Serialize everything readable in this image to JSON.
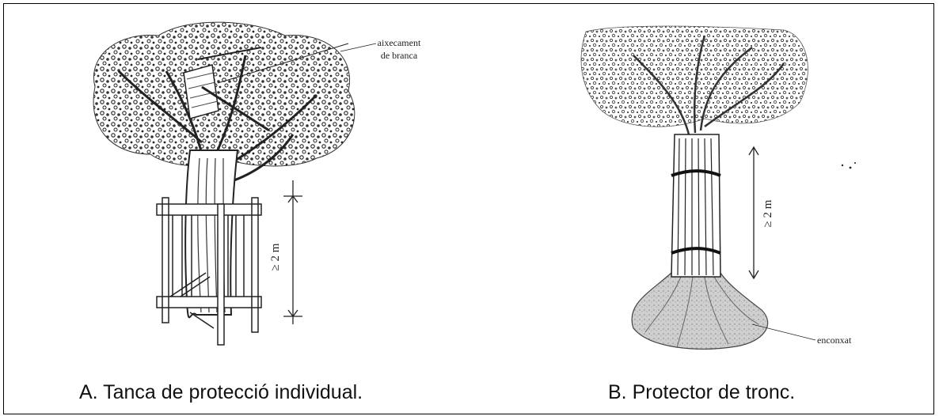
{
  "figure": {
    "panel_a": {
      "caption": "A. Tanca de protecció individual.",
      "annotation_branch_line1": "aixecament",
      "annotation_branch_line2": "de branca",
      "height_label": "≥ 2 m"
    },
    "panel_b": {
      "caption": "B. Protector de tronc.",
      "height_label": "≥ 2 m",
      "annotation_base": "enconxat"
    }
  }
}
